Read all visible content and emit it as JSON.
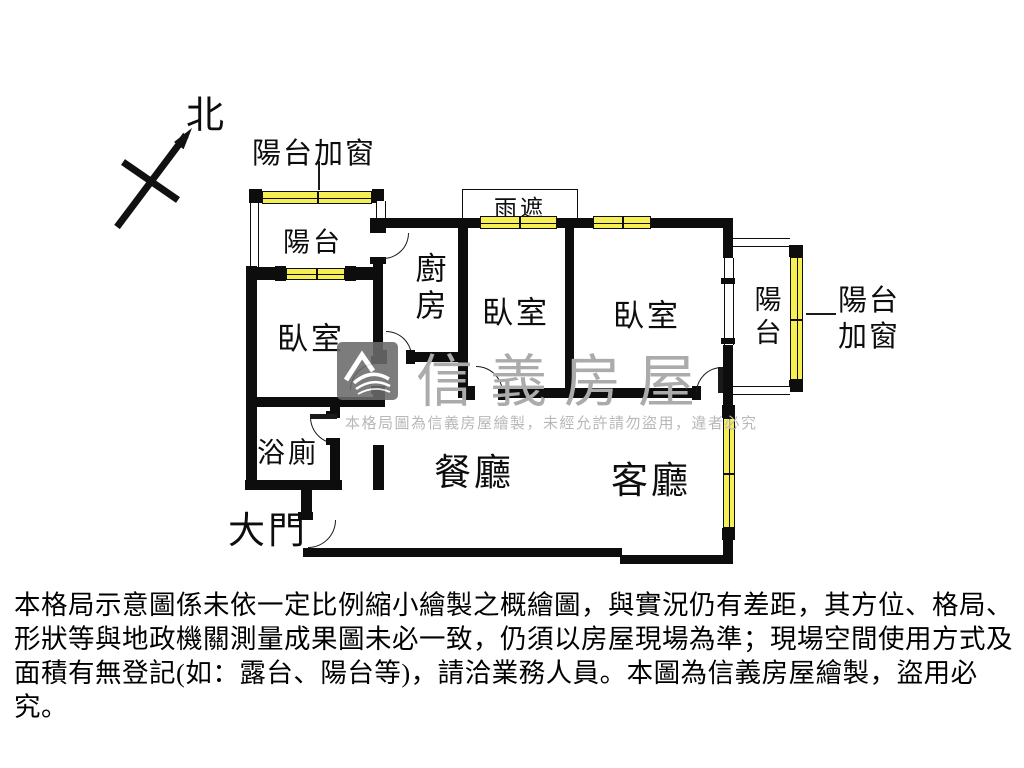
{
  "plan": {
    "compass_label": "北",
    "rooms": {
      "balcony_top": "陽台",
      "bedroom1": "臥室",
      "bedroom2": "臥室",
      "bedroom3": "臥室",
      "kitchen": "廚房",
      "bathroom": "浴廁",
      "dining": "餐廳",
      "living": "客廳",
      "balcony_right": "陽台",
      "entrance": "大門",
      "rain_shelter": "雨遮"
    },
    "annotations": {
      "balcony_window_top": "陽台加窗",
      "balcony_window_right_line1": "陽台",
      "balcony_window_right_line2": "加窗"
    }
  },
  "watermark": {
    "brand": "信義房屋",
    "notice": "本格局圖為信義房屋繪製，未經允許請勿盜用，違者必究"
  },
  "disclaimer": {
    "line1": "本格局示意圖係未依一定比例縮小繪製之概繪圖，與實況仍有差距，其方位、格局、",
    "line2": "形狀等與地政機關測量成果圖未必一致，仍須以房屋現場為準；現場空間使用方式及",
    "line3": "面積有無登記(如：露台、陽台等)，請洽業務人員。本圖為信義房屋繪製，盜用必究。"
  },
  "colors": {
    "wall": "#0d0d0d",
    "window_fill": "#f6ef53",
    "watermark_gray": "#ababab"
  }
}
